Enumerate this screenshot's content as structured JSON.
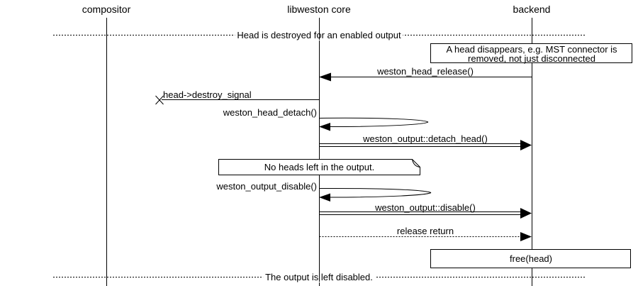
{
  "diagram_type": "sequence-diagram",
  "colors": {
    "background": "#ffffff",
    "foreground": "#000000"
  },
  "entities": [
    {
      "label": "compositor"
    },
    {
      "label": "libweston core"
    },
    {
      "label": "backend"
    }
  ],
  "dividers": [
    {
      "label": "Head is destroyed for an enabled output"
    },
    {
      "label": "The output is left disabled."
    }
  ],
  "notes": [
    {
      "type": "box",
      "lines": [
        "A head disappears, e.g. MST connector is",
        "removed, not just disconnected"
      ]
    },
    {
      "type": "note",
      "label": "No heads left in the output."
    },
    {
      "type": "box",
      "label": "free(head)"
    }
  ],
  "messages": [
    {
      "label": "weston_head_release()",
      "from": "backend",
      "to": "libweston core",
      "style": "solid"
    },
    {
      "label": "head->destroy_signal",
      "from": "libweston core",
      "to": "compositor",
      "style": "lost-message"
    },
    {
      "label": "weston_head_detach()",
      "from": "libweston core",
      "to": "libweston core",
      "style": "self"
    },
    {
      "label": "weston_output::detach_head()",
      "from": "libweston core",
      "to": "backend",
      "style": "emphasized"
    },
    {
      "label": "weston_output_disable()",
      "from": "libweston core",
      "to": "libweston core",
      "style": "self"
    },
    {
      "label": "weston_output::disable()",
      "from": "libweston core",
      "to": "backend",
      "style": "emphasized"
    },
    {
      "label": "release return",
      "from": "libweston core",
      "to": "backend",
      "style": "dotted"
    }
  ]
}
